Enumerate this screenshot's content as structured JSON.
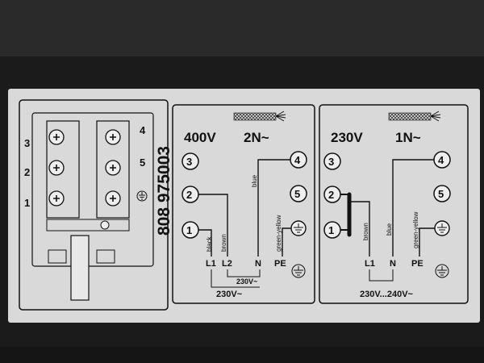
{
  "part_number": "808 975003",
  "left_block": {
    "left_labels": [
      "3",
      "2",
      "1"
    ],
    "right_labels": [
      "4",
      "5"
    ]
  },
  "panel_400": {
    "voltage": "400V",
    "phase": "2N~",
    "terminals": [
      "3",
      "2",
      "1",
      "4",
      "5"
    ],
    "wires": [
      "black",
      "brown",
      "blue",
      "green-yellow"
    ],
    "bottom": [
      "L1",
      "L2",
      "N",
      "PE"
    ],
    "sub_voltage": "230V~",
    "voltage_note": "230V~"
  },
  "panel_230": {
    "voltage": "230V",
    "phase": "1N~",
    "terminals": [
      "3",
      "2",
      "1",
      "4",
      "5"
    ],
    "wires": [
      "brown",
      "blue",
      "green-yellow"
    ],
    "bottom": [
      "L1",
      "N",
      "PE"
    ],
    "voltage_range": "230V...240V~"
  },
  "colors": {
    "label_bg": "#d9d9d9",
    "ink": "#111111",
    "frame": "#1a1a1a"
  }
}
